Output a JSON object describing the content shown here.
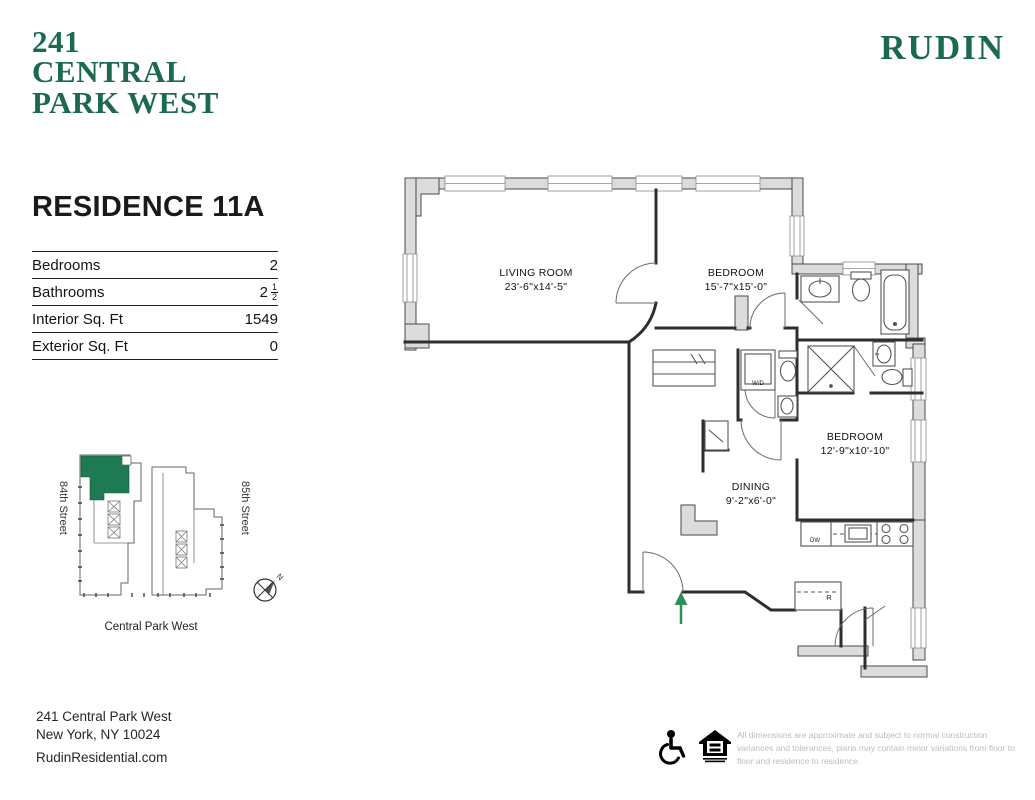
{
  "brand": {
    "building_logo_line1": "241",
    "building_logo_line2": "CENTRAL",
    "building_logo_line3": "PARK WEST",
    "company_logo": "RUDIN",
    "green": "#1b6a4d"
  },
  "residence": {
    "title": "RESIDENCE 11A",
    "specs": [
      {
        "label": "Bedrooms",
        "value": "2"
      },
      {
        "label": "Bathrooms",
        "value": "2",
        "frac_num": "1",
        "frac_den": "2"
      },
      {
        "label": "Interior Sq. Ft",
        "value": "1549"
      },
      {
        "label": "Exterior Sq. Ft",
        "value": "0"
      }
    ]
  },
  "site_map": {
    "street_left": "84th Street",
    "street_right": "85th Street",
    "street_bottom": "Central Park West",
    "compass_label": "N",
    "unit_fill": "#1e7a52"
  },
  "floor_plan": {
    "rooms": [
      {
        "name": "LIVING ROOM",
        "dims": "23'-6\"x14'-5\""
      },
      {
        "name": "BEDROOM",
        "dims": "15'-7\"x15'-0\""
      },
      {
        "name": "BEDROOM",
        "dims": "12'-9\"x10'-10\""
      },
      {
        "name": "DINING",
        "dims": "9'-2\"x6'-0\""
      }
    ],
    "appliances": {
      "washer_dryer": "W/D",
      "dishwasher": "DW",
      "refrigerator": "R"
    },
    "entry_arrow_color": "#2f8c5b"
  },
  "footer": {
    "address_line1": "241 Central Park West",
    "address_line2": "New York, NY 10024",
    "website": "RudinResidential.com",
    "disclaimer": "All dimensions are approximate and subject to normal construction variances and tolerances, plans may contain minor variations from floor to floor and residence to residence."
  }
}
